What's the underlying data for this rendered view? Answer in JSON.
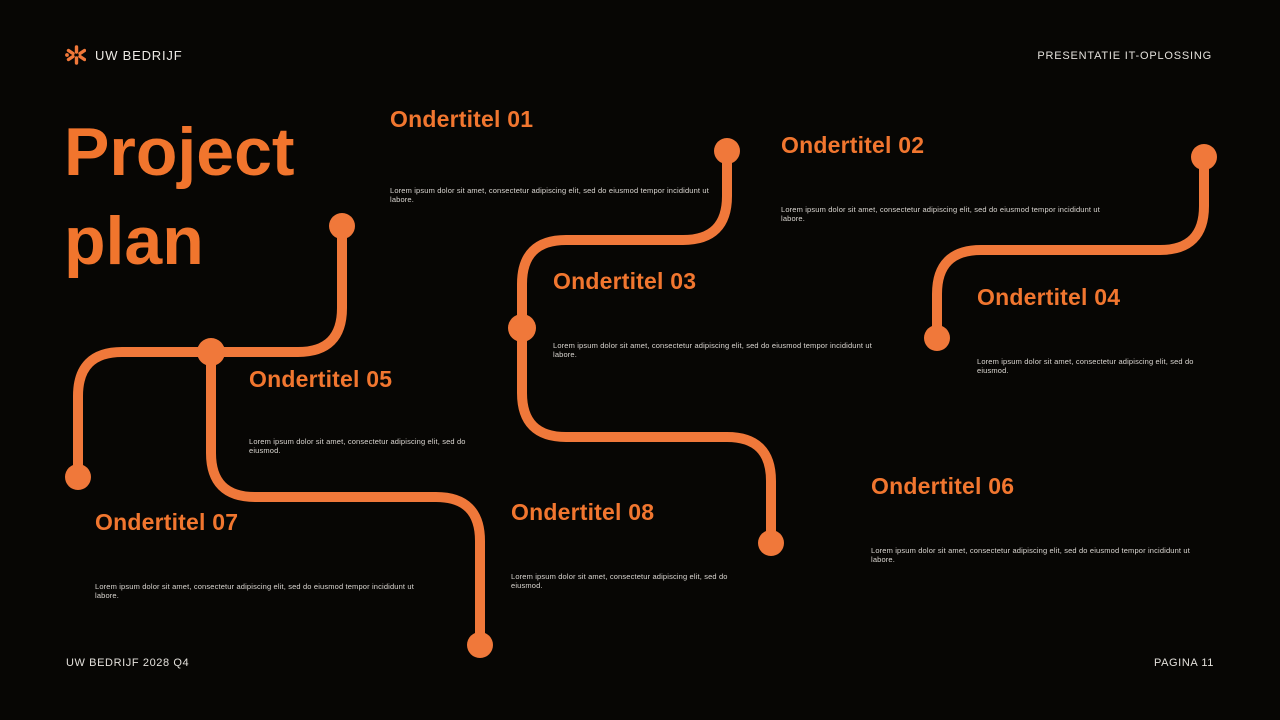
{
  "header": {
    "brand": "UW BEDRIJF",
    "brand_icon": "sparkle-asterisk-icon",
    "right_label": "PRESENTATIE IT-OPLOSSING"
  },
  "title": "Project plan",
  "items": [
    {
      "label": "Ondertitel 01",
      "body": "Lorem ipsum dolor sit amet, consectetur adipiscing elit, sed do eiusmod tempor incididunt ut labore."
    },
    {
      "label": "Ondertitel 02",
      "body": "Lorem ipsum dolor sit amet, consectetur adipiscing elit, sed do eiusmod tempor incididunt ut labore."
    },
    {
      "label": "Ondertitel 03",
      "body": "Lorem ipsum dolor sit amet, consectetur adipiscing elit, sed do eiusmod tempor incididunt ut labore."
    },
    {
      "label": "Ondertitel 04",
      "body": "Lorem ipsum dolor sit amet, consectetur adipiscing elit, sed do eiusmod."
    },
    {
      "label": "Ondertitel 05",
      "body": "Lorem ipsum dolor sit amet, consectetur adipiscing elit, sed do eiusmod."
    },
    {
      "label": "Ondertitel 06",
      "body": "Lorem ipsum dolor sit amet, consectetur adipiscing elit, sed do eiusmod tempor incididunt ut labore."
    },
    {
      "label": "Ondertitel 07",
      "body": "Lorem ipsum dolor sit amet, consectetur adipiscing elit, sed do eiusmod tempor incididunt ut labore."
    },
    {
      "label": "Ondertitel 08",
      "body": "Lorem ipsum dolor sit amet, consectetur adipiscing elit, sed do eiusmod."
    }
  ],
  "footer": {
    "left": "UW BEDRIJF 2028 Q4",
    "right": "PAGINA 11"
  },
  "colors": {
    "background": "#070604",
    "accent": "#F0783A",
    "heading": "#F1762F",
    "body_text": "#DBD7D2"
  }
}
